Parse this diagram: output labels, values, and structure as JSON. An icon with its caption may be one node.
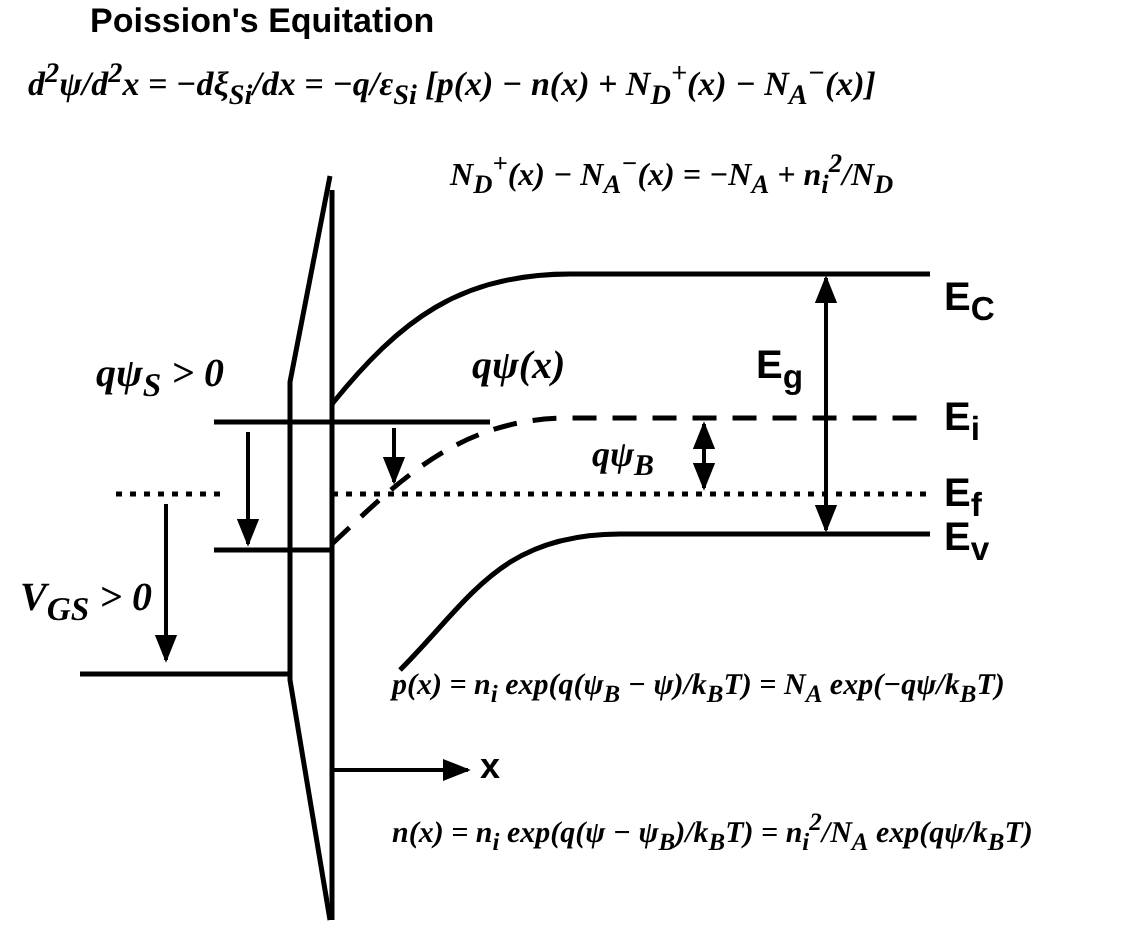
{
  "diagram": {
    "title": "Poission's Equitation",
    "labels": [
      "d$^{2}$ψ/d$^{2}$x = −dξ$_{Si}$/dx = −q/ε$_{Si}$ [p(x) − n(x) + N$_{D}$$^{+}$(x) − N$_{A}$$^{−}$(x)]",
      "N$_{D}$$^{+}$(x) − N$_{A}$$^{−}$(x) = −N$_{A}$ + n$_{i}$$^{2}$/N$_{D}$",
      "E$_{C}$",
      "E$_{g}$",
      "qψ$_{S}$ > 0",
      "qψ(x)",
      "E$_{i}$",
      "qψ$_{B}$",
      "E$_{f}$",
      "E$_{v}$",
      "V$_{GS}$ > 0",
      "p(x) = n$_{i}$ exp(q(ψ$_{B}$ − ψ)/k$_{B}$T) = N$_{A}$ exp(−qψ/k$_{B}$T)",
      "x",
      "n(x) = n$_{i}$ exp(q(ψ − ψ$_{B}$)/k$_{B}$T) = n$_{i}$$^{2}$/N$_{A}$ exp(qψ/k$_{B}$T)"
    ]
  }
}
